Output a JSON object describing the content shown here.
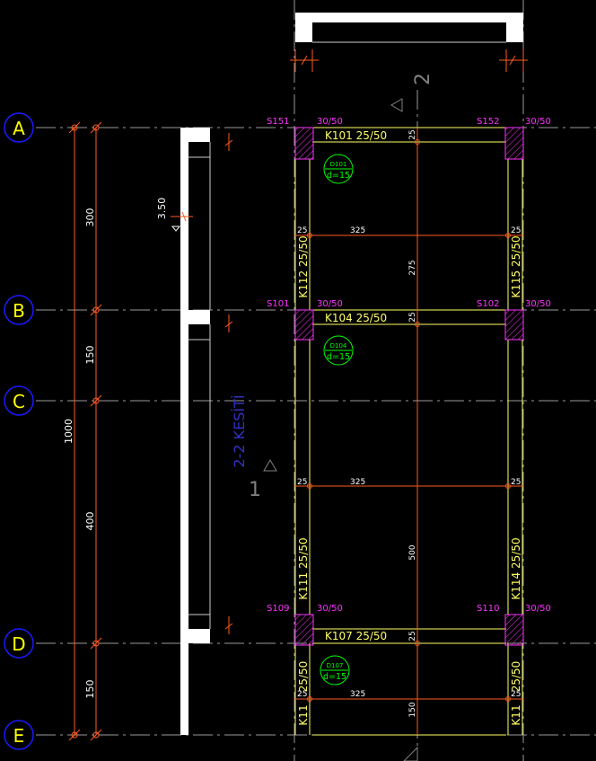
{
  "colors": {
    "background": "#000000",
    "axis_circle": "#1a1aff",
    "axis_label": "#ffff00",
    "grid_line": "#9a9a9a",
    "dimension": "#ff5a1e",
    "beam": "#ffff66",
    "column_label": "#ff33ff",
    "slab_tag": "#00ff00",
    "section_text": "#3232c8",
    "white": "#ffffff",
    "annotation": "#808080"
  },
  "axes": [
    "A",
    "B",
    "C",
    "D",
    "E"
  ],
  "dimensions": {
    "total": "1000",
    "segments": [
      "300",
      "150",
      "400",
      "150"
    ],
    "elevation": "3.50"
  },
  "columns": {
    "s151": {
      "name": "S151",
      "size": "30/50"
    },
    "s152": {
      "name": "S152",
      "size": "30/50"
    },
    "s101": {
      "name": "S101",
      "size": "30/50"
    },
    "s102": {
      "name": "S102",
      "size": "30/50"
    },
    "s109": {
      "name": "S109",
      "size": "30/50"
    },
    "s110": {
      "name": "S110",
      "size": "30/50"
    }
  },
  "beams": {
    "k101": "K101 25/50",
    "k104": "K104 25/50",
    "k107": "K107 25/50",
    "k112": "K112 25/50",
    "k115": "K115 25/50",
    "k111": "K111 25/50",
    "k114": "K114 25/50",
    "k11_left": "K11",
    "k11_left_b": "25/50",
    "k11_right": "K11",
    "k11_right_b": "25/50"
  },
  "slabs": {
    "d101": {
      "name": "D101",
      "thickness": "d=15"
    },
    "d104": {
      "name": "D104",
      "thickness": "d=15"
    },
    "d107": {
      "name": "D107",
      "thickness": "d=15"
    }
  },
  "beam_dims": {
    "width": "25",
    "span": "325",
    "len_275": "275",
    "len_500": "500",
    "len_150": "150"
  },
  "section": {
    "label": "2-2 KESİTİ",
    "marker_1": "1",
    "marker_2": "2"
  }
}
